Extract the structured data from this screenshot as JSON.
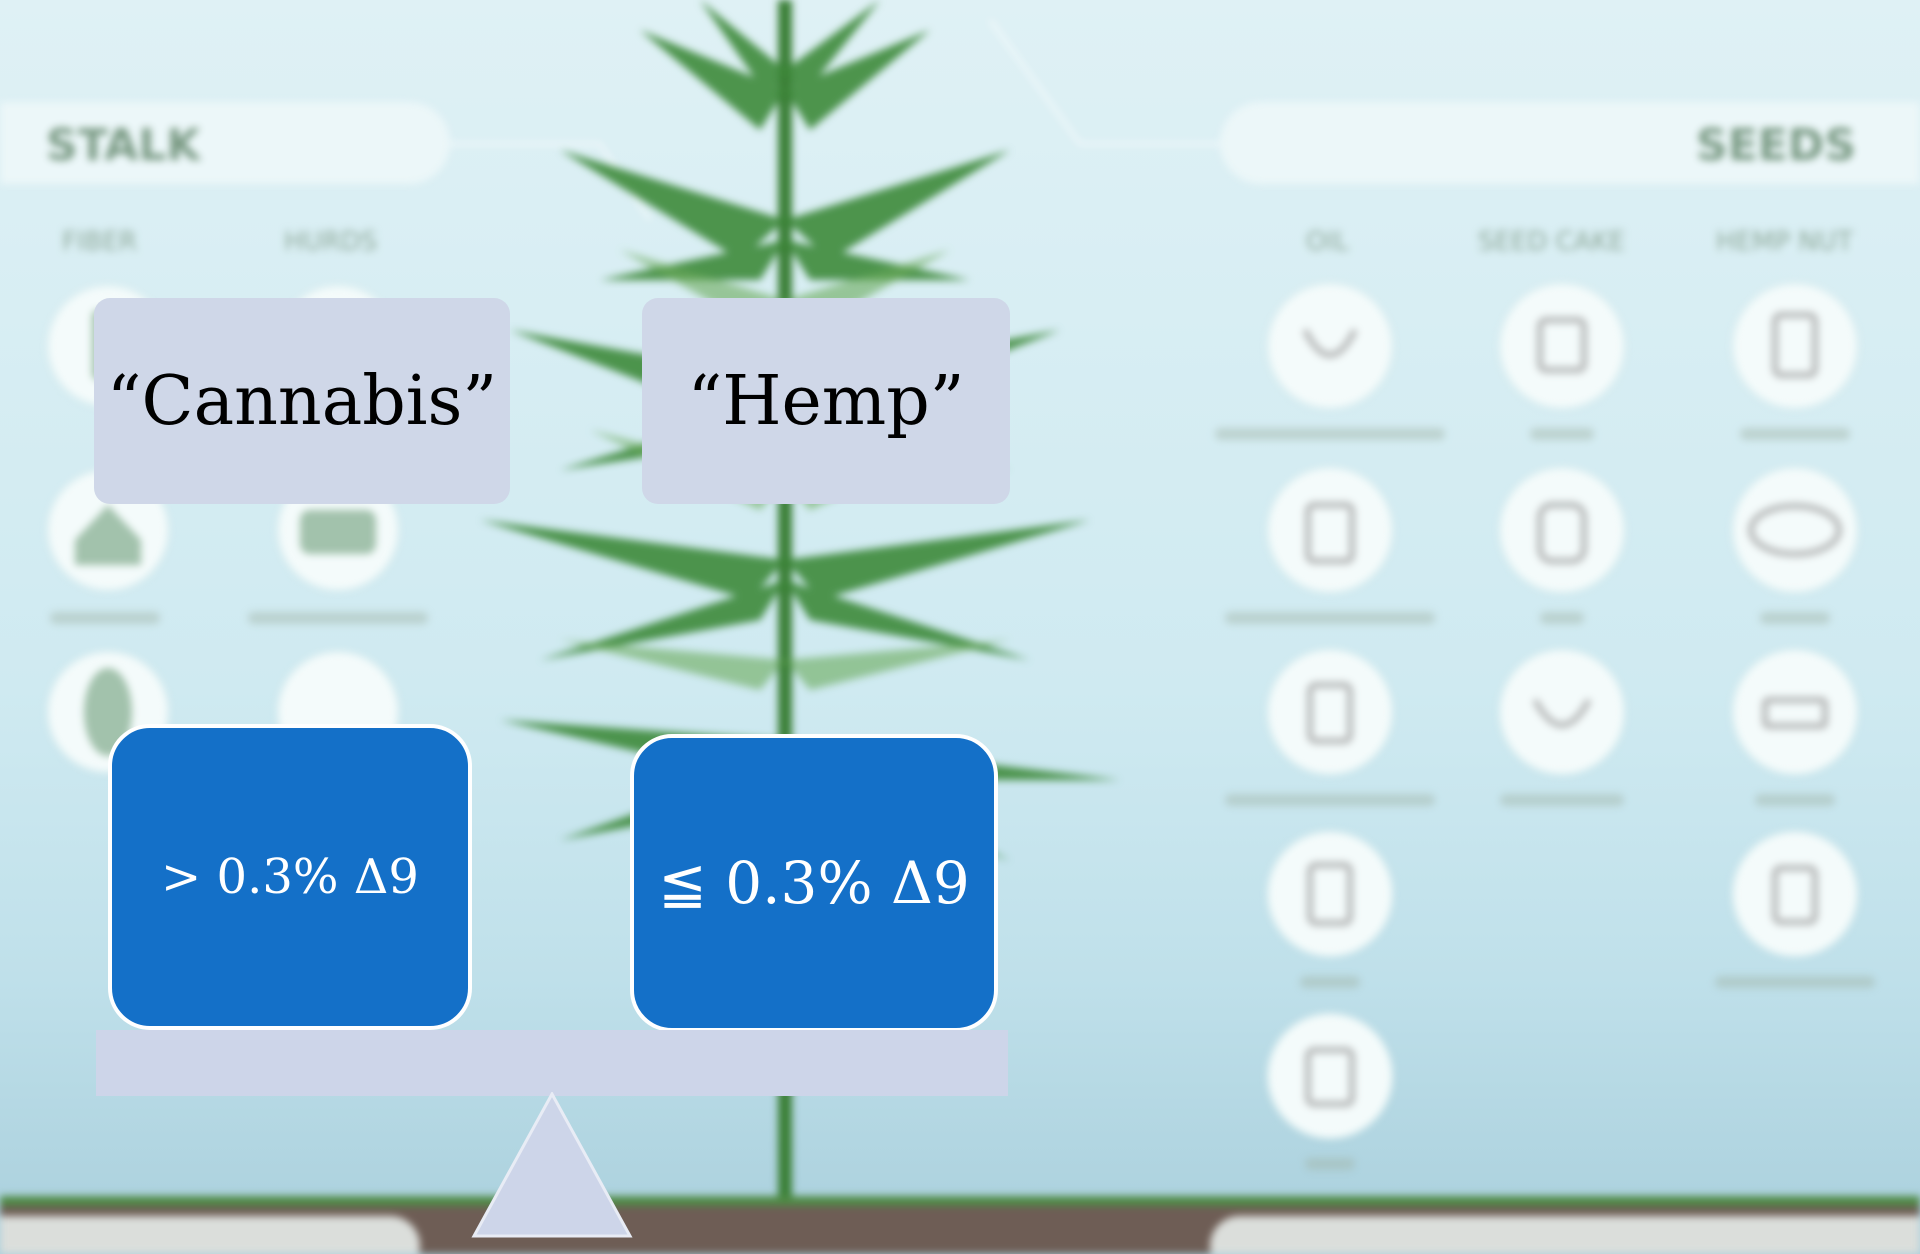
{
  "background": {
    "left_section": "STALK",
    "right_section": "SEEDS",
    "left_columns": [
      "FIBER",
      "HURDS"
    ],
    "right_columns": [
      "OIL",
      "SEED CAKE",
      "HEMP NUT"
    ]
  },
  "scale": {
    "left": {
      "label": "“Cannabis”",
      "threshold": "> 0.3% Δ9"
    },
    "right": {
      "label": "“Hemp”",
      "threshold": "≦ 0.3% Δ9"
    }
  },
  "colors": {
    "label_box": "#cfd7e8",
    "value_box": "#1470c8",
    "beam": "#cdd5e9",
    "plant": "#3e8a3a"
  }
}
